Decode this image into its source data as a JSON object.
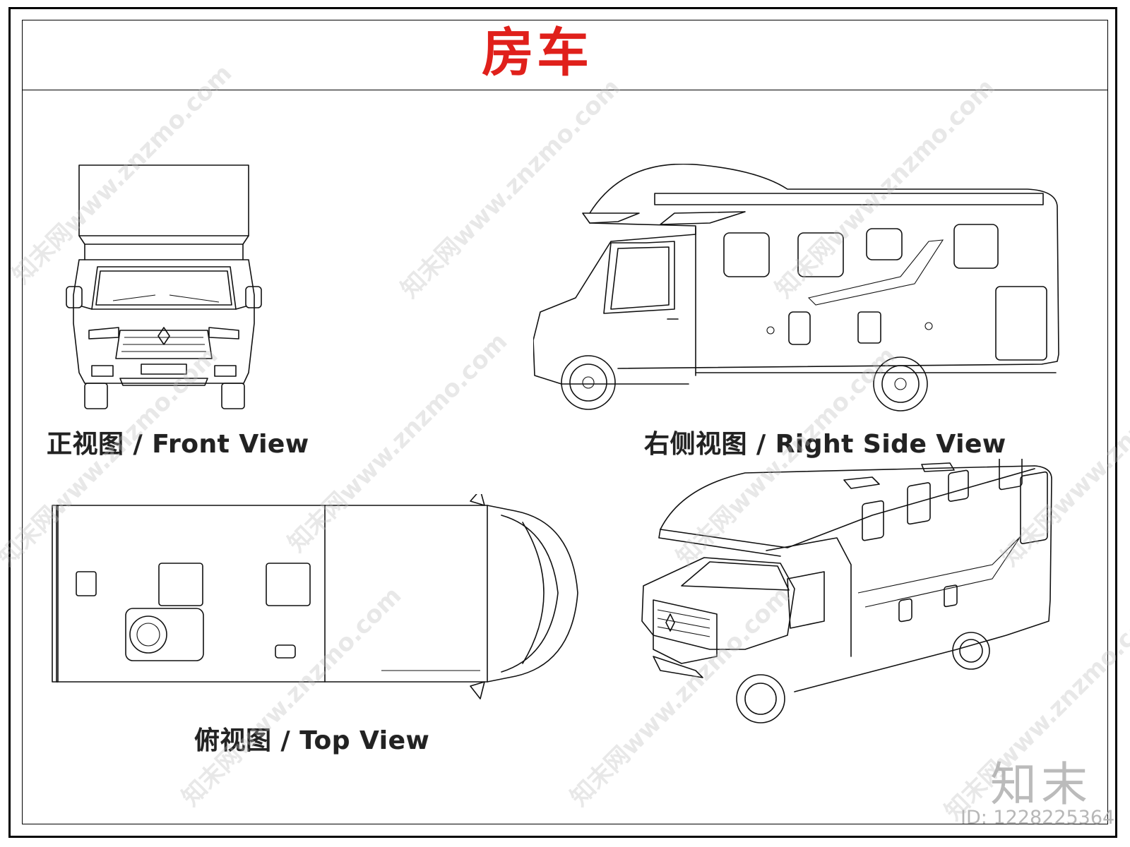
{
  "title": "房车",
  "views": {
    "front": {
      "caption": "正视图 / Front View"
    },
    "side": {
      "caption": "右侧视图 / Right Side View"
    },
    "top": {
      "caption": "俯视图 / Top View"
    }
  },
  "watermark": {
    "text": "知末网www.znzmo.com"
  },
  "brand": {
    "logo_text": "知末",
    "id_label": "ID: 1228225364"
  },
  "colors": {
    "title": "#e0201b",
    "lines": "#111111"
  },
  "icons": [
    "renault-logo-icon",
    "wheel-icon",
    "roof-vent-icon",
    "ac-unit-icon"
  ]
}
